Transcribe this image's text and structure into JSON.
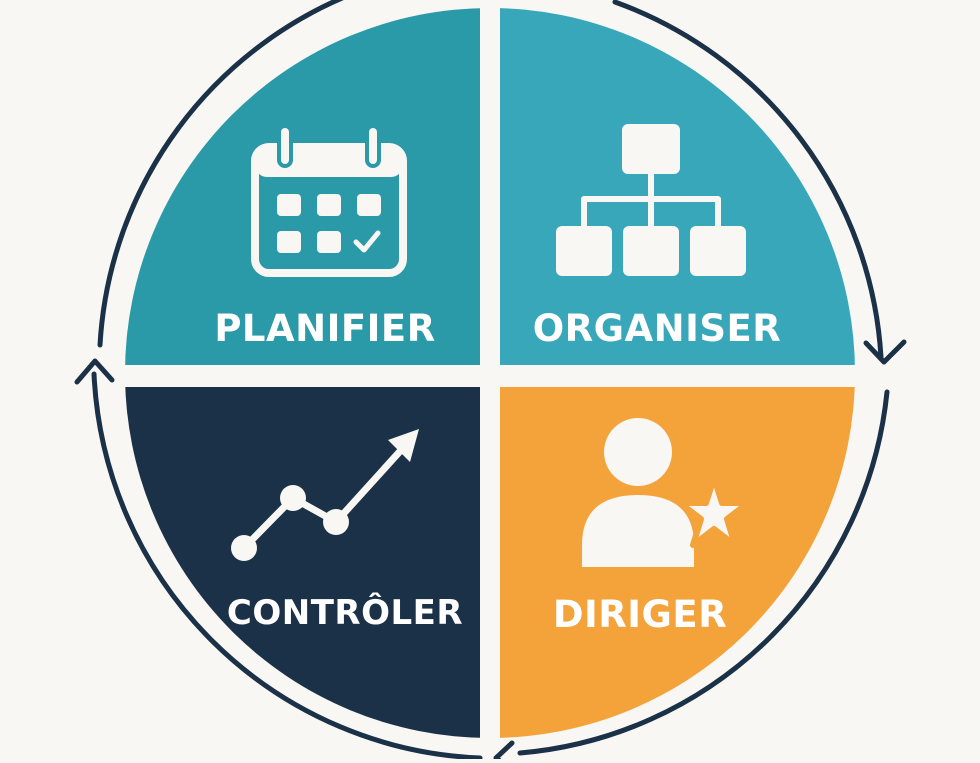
{
  "diagram": {
    "type": "management-cycle",
    "quadrants": [
      {
        "id": "plan",
        "label": "PLANIFIER",
        "icon": "calendar-icon",
        "color": "#2a9aa8"
      },
      {
        "id": "organize",
        "label": "ORGANISER",
        "icon": "org-chart-icon",
        "color": "#37a7b9"
      },
      {
        "id": "direct",
        "label": "DIRIGER",
        "icon": "person-star-icon",
        "color": "#f4a23a"
      },
      {
        "id": "control",
        "label": "CONTRÔLER",
        "icon": "trend-arrow-icon",
        "color": "#1b3147"
      }
    ],
    "ring_color": "#1b3147",
    "icon_color": "#f8f7f3",
    "background": "#f8f7f3"
  }
}
